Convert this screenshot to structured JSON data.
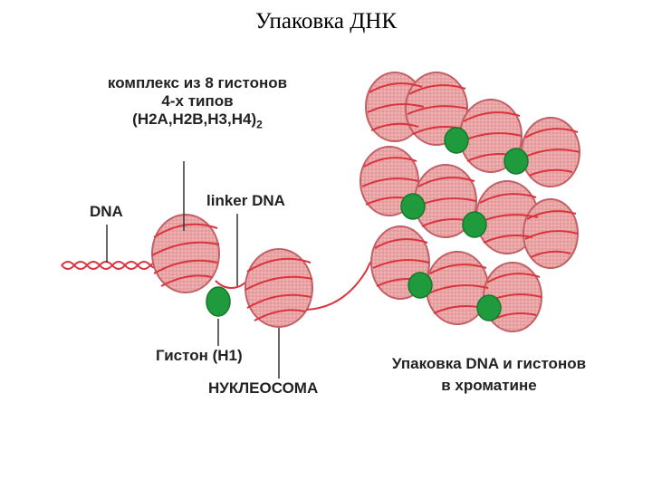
{
  "title": "Упаковка ДНК",
  "labels": {
    "histone_complex": "комплекс из 8 гистонов",
    "histone_types": "4-х типов",
    "histone_formula": "(H2A,H2B,H3,H4)",
    "histone_formula_sub": "2",
    "dna": "DNA",
    "linker_dna": "linker DNA",
    "histone_h1": "Гистон (H1)",
    "nucleosome": "НУКЛЕОСОМА",
    "chromatin_line1": "Упаковка DNA и гистонов",
    "chromatin_line2": "в хроматине"
  },
  "colors": {
    "histone_fill": "#e9a1a1",
    "histone_edge": "#c25f66",
    "dna_strand": "#d9343e",
    "h1_fill": "#1f9a3c"
  }
}
